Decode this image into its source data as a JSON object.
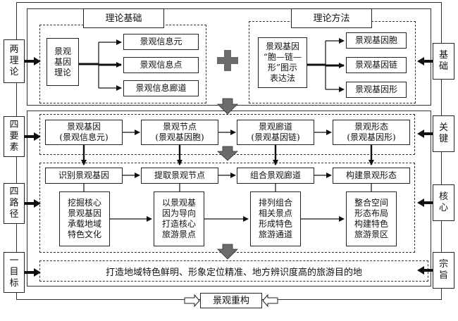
{
  "theory": {
    "title": "理论基础",
    "core": "景观\n基因\n理论",
    "items": [
      "景观信息元",
      "景观信息点",
      "景观信息廊道"
    ]
  },
  "method": {
    "title": "理论方法",
    "core": "景观基因\n“胞—链—\n形”图示\n表达法",
    "items": [
      "景观基因胞",
      "景观基因链",
      "景观基因形"
    ]
  },
  "side_left": [
    "两\n理\n论",
    "四\n要\n素",
    "四\n路\n径",
    "一\n目\n标"
  ],
  "side_right": [
    "基\n础",
    "关\n键",
    "核\n心",
    "宗\n旨"
  ],
  "elements": [
    "景观基因\n(景观信息元)",
    "景观节点\n(景观基因胞)",
    "景观廊道\n(景观基因链)",
    "景观形态\n(景观基因形)"
  ],
  "paths": [
    "识别景观基因",
    "提取景观节点",
    "组合景观廊道",
    "构建景观形态"
  ],
  "actions": [
    "挖掘核心\n景观基因\n承载地域\n特色文化",
    "以景观基\n因为导向\n打造核心\n旅游景点",
    "排列组合\n相关景点\n形成特色\n旅游通道",
    "整合空间\n形态布局\n构建特色\n旅游景区"
  ],
  "goal": "打造地域特色鲜明、形象定位精准、地方辨识度高的旅游目的地",
  "bottom": "景观重构",
  "colors": {
    "accent_gray": "#6b6b6b",
    "line": "#222222"
  }
}
